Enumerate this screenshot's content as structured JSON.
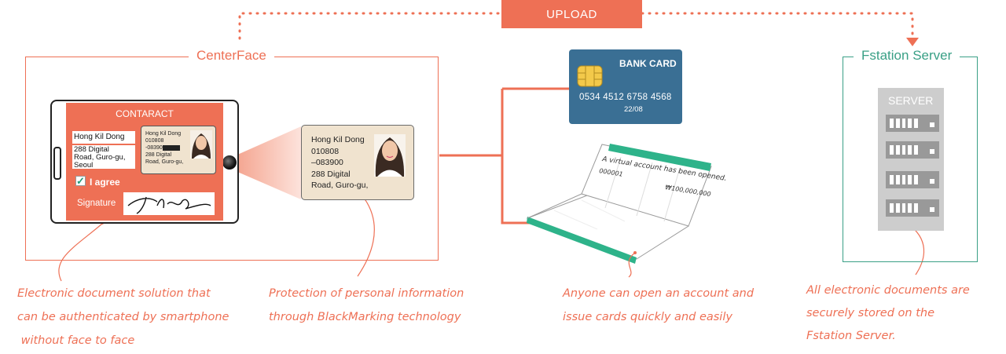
{
  "upload_label": "UPLOAD",
  "centerface": {
    "title": "CenterFace",
    "contract": {
      "title": "CONTARACT",
      "name": "Hong Kil Dong",
      "address": "288 Digital\nRoad, Guro-gu,\nSeoul",
      "agree_label": "I agree",
      "signature_label": "Signature"
    },
    "mini_id_lines": [
      "Hong Kil Dong",
      "010808",
      "-08390",
      "288 Digital",
      "Road, Guro-gu,"
    ]
  },
  "id_card": {
    "lines": [
      "Hong Kil Dong",
      "010808",
      "–083900",
      "288 Digital",
      "Road, Guro-gu,"
    ]
  },
  "bank_card": {
    "title": "BANK CARD",
    "number": "0534  4512  6758 4568",
    "expiry": "22/08"
  },
  "passbook": {
    "message": "A virtual account has been opened.",
    "account": "000001",
    "amount": "₩100,000,000"
  },
  "fstation": {
    "title": "Fstation Server",
    "server_label": "SERVER"
  },
  "captions": {
    "centerface": [
      "Electronic document solution that",
      "can be authenticated by smartphone",
      " without face to face"
    ],
    "blackmarking": [
      "Protection of personal information",
      "through BlackMarking technology"
    ],
    "account": [
      "Anyone can open an account and",
      "issue cards quickly and easily"
    ],
    "server": [
      "All electronic documents are",
      "securely stored on the",
      "Fstation Server."
    ]
  },
  "colors": {
    "accent": "#ee7055",
    "teal": "#3aa086",
    "card_blue": "#3a6f94",
    "id_beige": "#f0e3cf",
    "server_gray": "#cdcdcd"
  },
  "icons": [
    "credit-card-icon",
    "passbook-icon",
    "server-icon",
    "smartphone-icon",
    "camera-icon"
  ]
}
